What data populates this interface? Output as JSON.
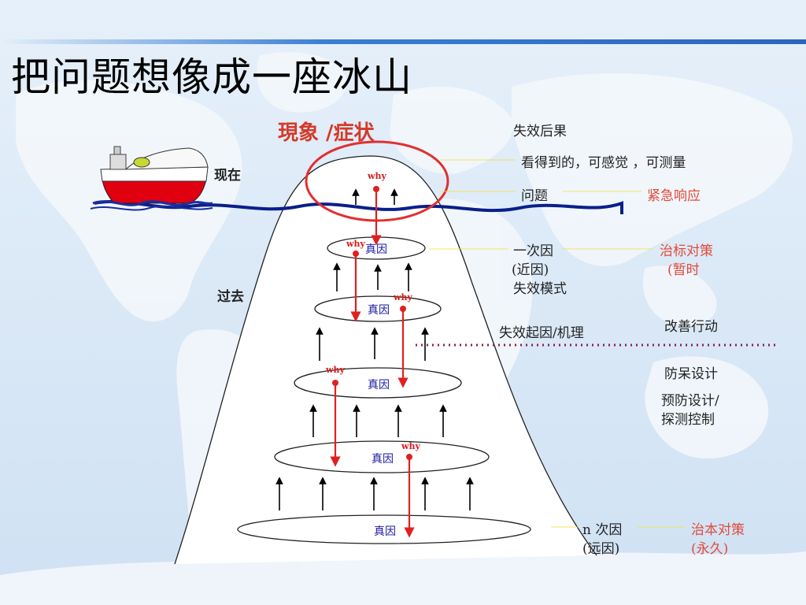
{
  "title": "把问题想像成一座冰山",
  "symptom_label": "現象 /症状",
  "ship_label": "现在",
  "past_label": "过去",
  "why_label": "why",
  "cause_label": "真因",
  "right_labels": {
    "failure_result": "失效后果",
    "visible": "看得到的，可感觉 ，可测量",
    "problem": "问题",
    "urgent": "紧急响应",
    "primary_cause": "一次因",
    "near_cause": "(近因)",
    "failure_mode": "失效模式",
    "temp_measure": "治标对策",
    "temporary": "(暂时",
    "mechanism": "失效起因/机理",
    "improve": "改善行动",
    "mistake_proof": "防呆设计",
    "prevent_design": "预防设计/",
    "detect_control": "探测控制",
    "nth_cause": "n  次因",
    "far_cause": "(远因)",
    "root_measure": "治本对策",
    "permanent": "(永久)"
  },
  "colors": {
    "background": "#dbe9f6",
    "accent_red": "#e02020",
    "water": "#0a1f8a",
    "label_red": "#e24a3a",
    "cause_blue": "#1a1aa0"
  }
}
